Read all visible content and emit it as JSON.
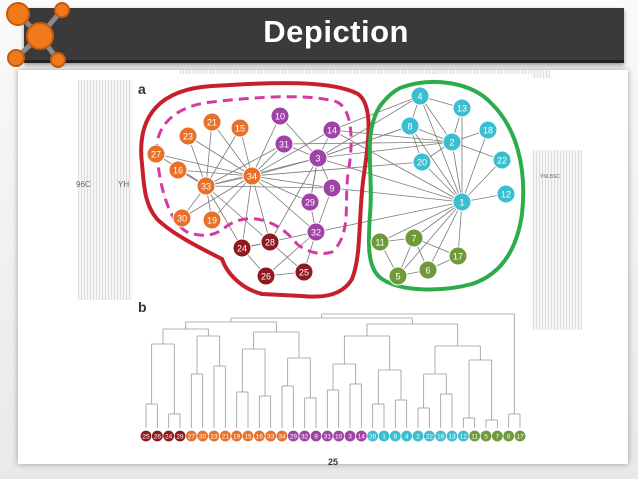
{
  "slide": {
    "title": "Depiction",
    "page_number": "25"
  },
  "colors": {
    "title_bar": "#3a3a3a",
    "orange": "#e8712a",
    "purple": "#a043a6",
    "maroon": "#8e1a1f",
    "cyan": "#3bbfd0",
    "green": "#6f9a3a",
    "red_outline": "#c8202a",
    "green_outline": "#2eac4c",
    "dash_outline": "#d63aa0"
  },
  "background_text": {
    "left_label": "96C",
    "left_label2": "YH",
    "right_label": "YNLBSC"
  },
  "figure": {
    "panel_a_label": "a",
    "panel_b_label": "b",
    "nodes": [
      {
        "id": "10",
        "group": "purple"
      },
      {
        "id": "14",
        "group": "purple"
      },
      {
        "id": "31",
        "group": "purple"
      },
      {
        "id": "3",
        "group": "purple"
      },
      {
        "id": "9",
        "group": "purple"
      },
      {
        "id": "29",
        "group": "purple"
      },
      {
        "id": "32",
        "group": "purple"
      },
      {
        "id": "21",
        "group": "orange"
      },
      {
        "id": "23",
        "group": "orange"
      },
      {
        "id": "15",
        "group": "orange"
      },
      {
        "id": "27",
        "group": "orange"
      },
      {
        "id": "16",
        "group": "orange"
      },
      {
        "id": "33",
        "group": "orange"
      },
      {
        "id": "34",
        "group": "orange"
      },
      {
        "id": "30",
        "group": "orange"
      },
      {
        "id": "19",
        "group": "orange"
      },
      {
        "id": "24",
        "group": "maroon"
      },
      {
        "id": "28",
        "group": "maroon"
      },
      {
        "id": "26",
        "group": "maroon"
      },
      {
        "id": "25",
        "group": "maroon"
      },
      {
        "id": "4",
        "group": "cyan"
      },
      {
        "id": "13",
        "group": "cyan"
      },
      {
        "id": "8",
        "group": "cyan"
      },
      {
        "id": "2",
        "group": "cyan"
      },
      {
        "id": "18",
        "group": "cyan"
      },
      {
        "id": "20",
        "group": "cyan"
      },
      {
        "id": "22",
        "group": "cyan"
      },
      {
        "id": "1",
        "group": "cyan"
      },
      {
        "id": "12",
        "group": "cyan"
      },
      {
        "id": "11",
        "group": "green"
      },
      {
        "id": "7",
        "group": "green"
      },
      {
        "id": "17",
        "group": "green"
      },
      {
        "id": "5",
        "group": "green"
      },
      {
        "id": "6",
        "group": "green"
      }
    ],
    "edges": [
      [
        "34",
        "21"
      ],
      [
        "34",
        "23"
      ],
      [
        "34",
        "15"
      ],
      [
        "34",
        "27"
      ],
      [
        "34",
        "16"
      ],
      [
        "34",
        "33"
      ],
      [
        "34",
        "30"
      ],
      [
        "34",
        "19"
      ],
      [
        "34",
        "24"
      ],
      [
        "34",
        "28"
      ],
      [
        "34",
        "10"
      ],
      [
        "34",
        "31"
      ],
      [
        "34",
        "14"
      ],
      [
        "34",
        "3"
      ],
      [
        "34",
        "9"
      ],
      [
        "34",
        "29"
      ],
      [
        "34",
        "32"
      ],
      [
        "33",
        "27"
      ],
      [
        "33",
        "16"
      ],
      [
        "33",
        "21"
      ],
      [
        "33",
        "23"
      ],
      [
        "33",
        "15"
      ],
      [
        "33",
        "30"
      ],
      [
        "33",
        "19"
      ],
      [
        "33",
        "31"
      ],
      [
        "33",
        "3"
      ],
      [
        "33",
        "9"
      ],
      [
        "33",
        "24"
      ],
      [
        "33",
        "28"
      ],
      [
        "3",
        "14"
      ],
      [
        "3",
        "10"
      ],
      [
        "3",
        "31"
      ],
      [
        "3",
        "1"
      ],
      [
        "3",
        "2"
      ],
      [
        "3",
        "4"
      ],
      [
        "3",
        "8"
      ],
      [
        "3",
        "9"
      ],
      [
        "3",
        "29"
      ],
      [
        "3",
        "28"
      ],
      [
        "14",
        "1"
      ],
      [
        "14",
        "4"
      ],
      [
        "14",
        "2"
      ],
      [
        "32",
        "1"
      ],
      [
        "32",
        "25"
      ],
      [
        "32",
        "26"
      ],
      [
        "32",
        "29"
      ],
      [
        "32",
        "9"
      ],
      [
        "32",
        "24"
      ],
      [
        "24",
        "26"
      ],
      [
        "24",
        "28"
      ],
      [
        "28",
        "25"
      ],
      [
        "26",
        "25"
      ],
      [
        "9",
        "1"
      ],
      [
        "31",
        "2"
      ],
      [
        "29",
        "3"
      ],
      [
        "1",
        "4"
      ],
      [
        "1",
        "13"
      ],
      [
        "1",
        "8"
      ],
      [
        "1",
        "2"
      ],
      [
        "1",
        "18"
      ],
      [
        "1",
        "20"
      ],
      [
        "1",
        "22"
      ],
      [
        "1",
        "12"
      ],
      [
        "1",
        "11"
      ],
      [
        "1",
        "7"
      ],
      [
        "1",
        "17"
      ],
      [
        "1",
        "5"
      ],
      [
        "1",
        "6"
      ],
      [
        "2",
        "4"
      ],
      [
        "2",
        "13"
      ],
      [
        "2",
        "8"
      ],
      [
        "2",
        "18"
      ],
      [
        "2",
        "22"
      ],
      [
        "2",
        "20"
      ],
      [
        "4",
        "8"
      ],
      [
        "4",
        "13"
      ],
      [
        "8",
        "20"
      ],
      [
        "7",
        "11"
      ],
      [
        "7",
        "17"
      ],
      [
        "7",
        "5"
      ],
      [
        "7",
        "6"
      ],
      [
        "11",
        "5"
      ],
      [
        "5",
        "6"
      ],
      [
        "6",
        "17"
      ],
      [
        "20",
        "34"
      ],
      [
        "8",
        "3"
      ]
    ],
    "leaf_order": [
      "25",
      "26",
      "24",
      "28",
      "27",
      "30",
      "23",
      "21",
      "19",
      "15",
      "16",
      "33",
      "34",
      "29",
      "32",
      "9",
      "31",
      "10",
      "3",
      "14",
      "20",
      "1",
      "8",
      "4",
      "2",
      "22",
      "18",
      "13",
      "12",
      "11",
      "5",
      "7",
      "6",
      "17"
    ]
  }
}
